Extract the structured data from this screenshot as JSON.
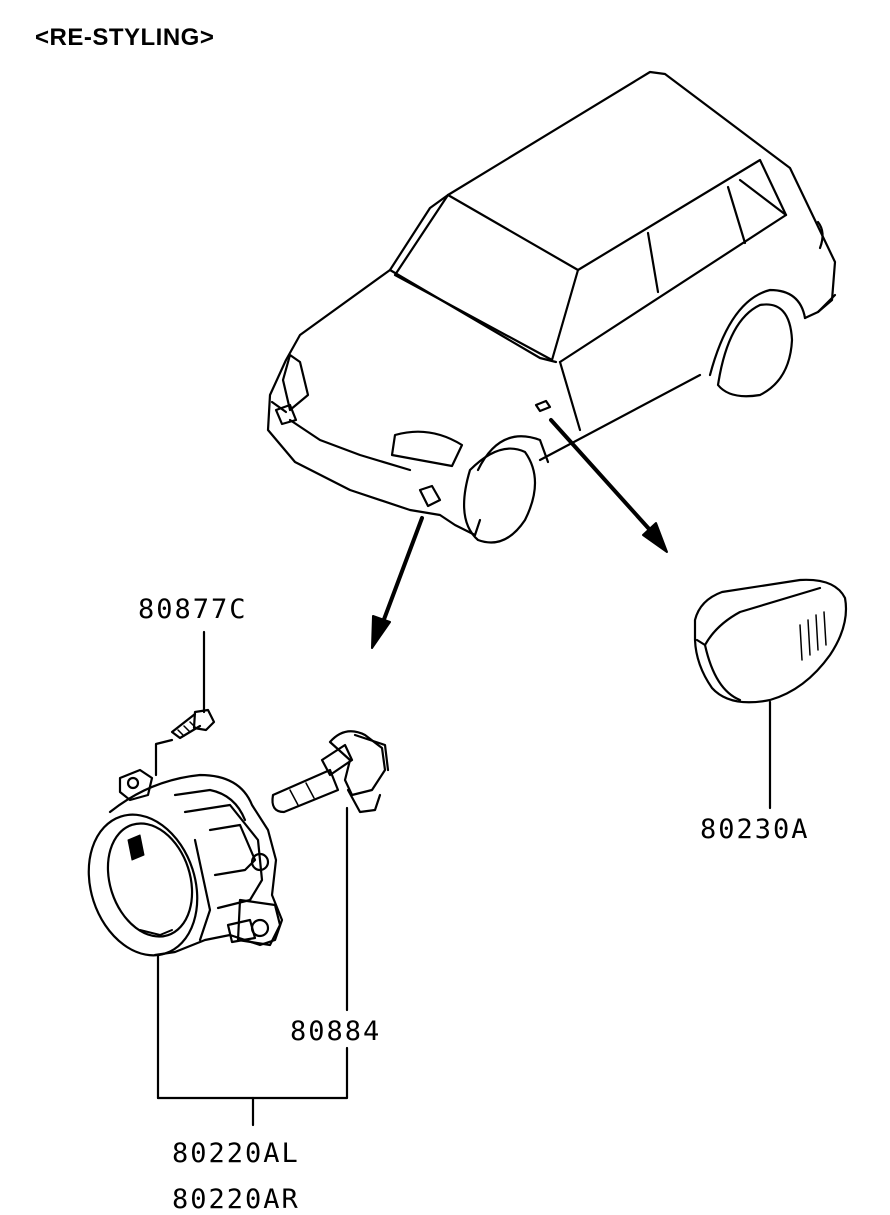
{
  "diagram": {
    "title": "<RE-STYLING>",
    "parts": {
      "screw": "80877C",
      "bulb": "80884",
      "side_lamp": "80230A",
      "fog_lamp_left": "80220AL",
      "fog_lamp_right": "80220AR"
    },
    "colors": {
      "line": "#000000",
      "background": "#ffffff"
    }
  }
}
